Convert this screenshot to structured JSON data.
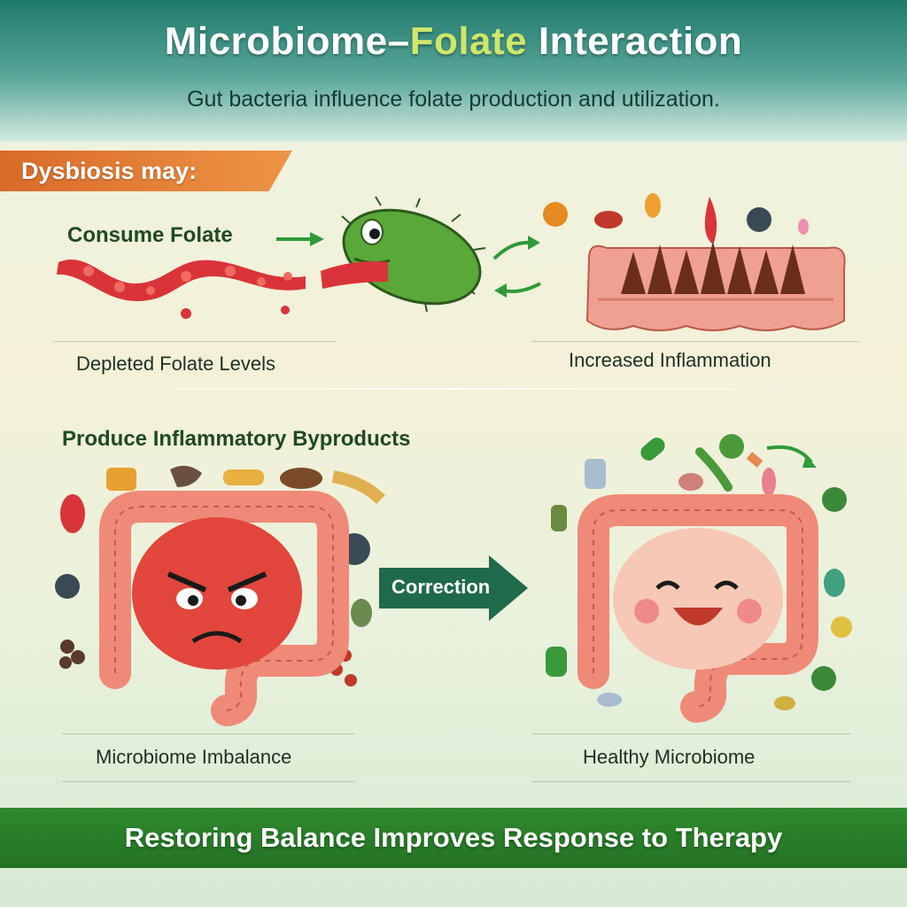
{
  "header": {
    "title_part1": "Microbiome–",
    "title_accent": "Folate",
    "title_part2": " Interaction",
    "subtitle": "Gut bacteria influence folate production and utilization."
  },
  "dysbiosis": {
    "banner": "Dysbiosis may:",
    "consume_folate": "Consume Folate",
    "depleted_folate": "Depleted Folate Levels",
    "increased_inflammation": "Increased Inflammation",
    "produce_byproducts": "Produce Inflammatory Byproducts"
  },
  "bottom": {
    "imbalance_label": "Microbiome Imbalance",
    "correction_label": "Correction",
    "healthy_label": "Healthy Microbiome"
  },
  "footer": {
    "text": "Restoring Balance Improves Response to Therapy"
  },
  "colors": {
    "header_teal": "#1f7a6c",
    "title_accent": "#cfe66a",
    "banner_orange": "#d96a28",
    "footer_green": "#2f8a2f",
    "arrow_green": "#2f9a3a",
    "folate_red": "#d9343a",
    "bacteria_green": "#5aa83a",
    "gut_pink": "#f0a090",
    "angry_gut_red": "#e2463c",
    "healthy_face_pink": "#f7c8b5"
  }
}
